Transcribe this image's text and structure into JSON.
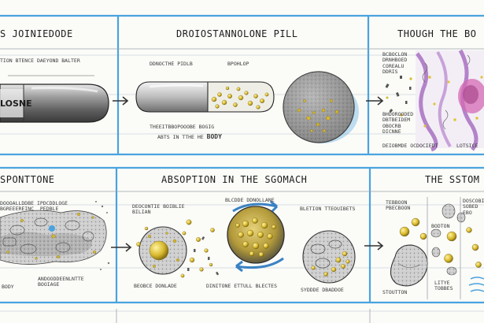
{
  "colors": {
    "frame": "#4aa3df",
    "grid": "#cfd6de",
    "pill_gray": "#8b8b8b",
    "granule_yellow": "#d8b82c",
    "tissue_purple": "#b383c9",
    "tissue_pink": "#d46ab3"
  },
  "row1": {
    "panel1": {
      "title": "S JOINIEDODE",
      "label_a": "TION   BTENCE   DAEYOND   BALTER",
      "pill_text": "LOSNE"
    },
    "panel2": {
      "title": "DROIOSTANNOLONE PILL",
      "label_left": "DDNOCTHE PIDLB",
      "label_right": "BPOHLOP",
      "caption_line1": "THEEITBBOPOOOBE BOGIG",
      "caption_line2": "ABTS IN TTHE HE",
      "caption_bold": "BODY"
    },
    "panel3": {
      "title": "THOUGH THE BO",
      "label_a": "BCBOCLON\nDRNHBOED\nCOREALU\nDDRIS",
      "label_b": "BHDOROODED\nDBTBEIDEM\nOBOCRB\nDICNNE",
      "label_c": "DEIOBMDE  OCDOCIEDT",
      "label_d": "LOTSICE"
    }
  },
  "row2": {
    "panel1": {
      "title": "SPONTTONE",
      "label_a": "DOOOALLDDBE IPDCDDLOGE\nBGREEEREINC  PEDBLE",
      "label_b": "BODY",
      "label_c": "ANDOODDEENLNTTE\nBOOIAGE"
    },
    "panel2": {
      "title": "ABSOPTION  IN  THE SGOMACH",
      "label_a": "DEOCONTIE BOIBLIE\nBILIAN",
      "label_b": "BLCDDE DDNOLLANE",
      "label_c": "BLETION TTEOUIBETS",
      "label_d": "BEOBCE DONLADE",
      "label_e": "DINITONE ETTULL BLECTES",
      "label_f": "SYDDDE DBADDOE"
    },
    "panel3": {
      "title": "THE SSTOM",
      "label_a": "TEBBOON\nPBECBOON",
      "label_b": "BODTON",
      "label_c": "STOUTTON",
      "label_d": "DOSCOBITE\nSOBED\nEBO",
      "label_e": "LITYE\nTOBBES"
    }
  }
}
